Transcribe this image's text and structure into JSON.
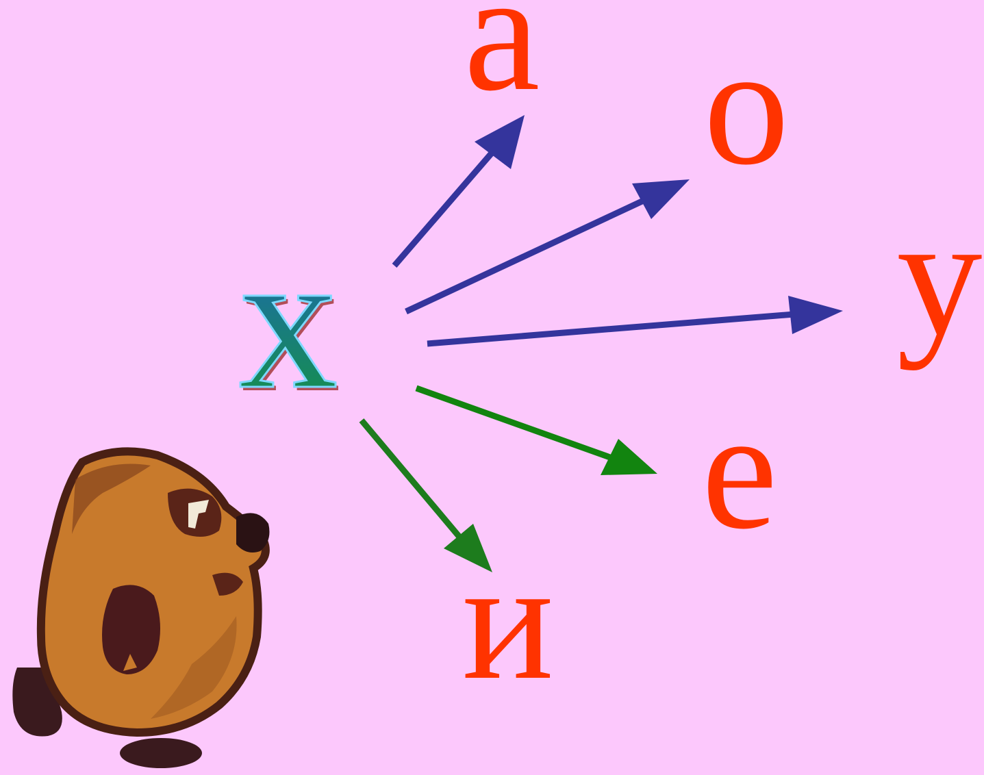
{
  "source_letter": {
    "text": "х"
  },
  "targets": [
    {
      "key": "a",
      "text": "а",
      "arrow_color": "#34349c"
    },
    {
      "key": "o",
      "text": "о",
      "arrow_color": "#34349c"
    },
    {
      "key": "u",
      "text": "у",
      "arrow_color": "#34349c"
    },
    {
      "key": "e",
      "text": "е",
      "arrow_color": "#12840f"
    },
    {
      "key": "i",
      "text": "и",
      "arrow_color": "#1d7c1d"
    }
  ],
  "colors": {
    "background": "#fcc8fc",
    "vowel_text": "#ff3300",
    "blue_arrow": "#34349c",
    "green_arrow": "#12840f",
    "source_gradient_top": "#1e5fc8",
    "source_gradient_bottom": "#14963c",
    "source_outline": "#7ed8ff",
    "source_shadow": "#a03030"
  },
  "character": {
    "icon": "bear-cub-icon"
  }
}
